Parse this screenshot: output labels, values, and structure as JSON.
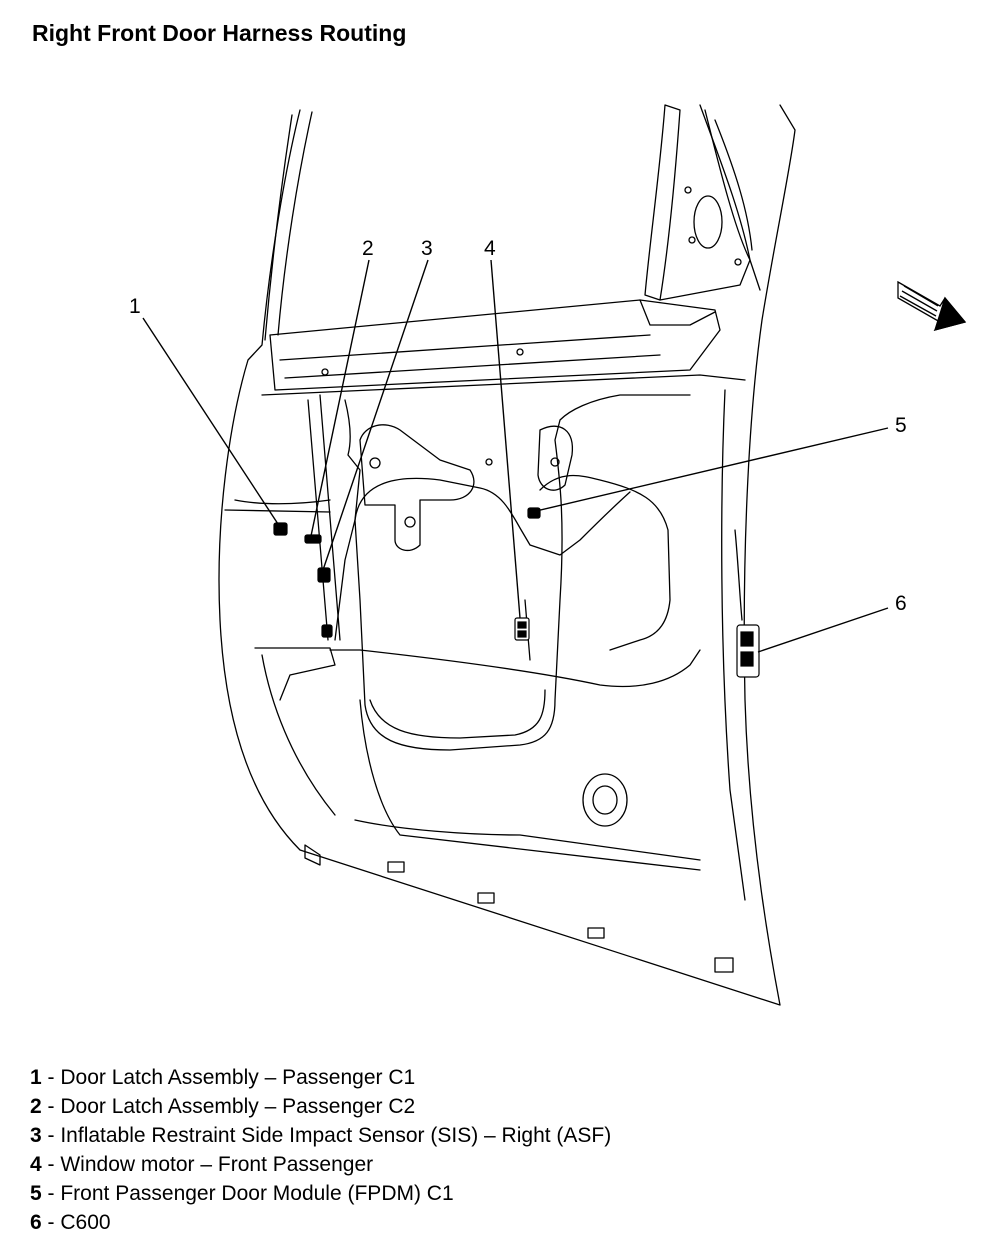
{
  "title": "Right Front Door Harness Routing",
  "callouts": [
    "1",
    "2",
    "3",
    "4",
    "5",
    "6"
  ],
  "legend": [
    {
      "num": "1",
      "text": " - Door Latch Assembly – Passenger C1"
    },
    {
      "num": "2",
      "text": " - Door Latch Assembly – Passenger C2"
    },
    {
      "num": "3",
      "text": " - Inflatable Restraint Side Impact Sensor (SIS) – Right (ASF)"
    },
    {
      "num": "4",
      "text": " - Window motor – Front Passenger"
    },
    {
      "num": "5",
      "text": " - Front Passenger Door Module (FPDM) C1"
    },
    {
      "num": "6",
      "text": " - C600"
    }
  ]
}
